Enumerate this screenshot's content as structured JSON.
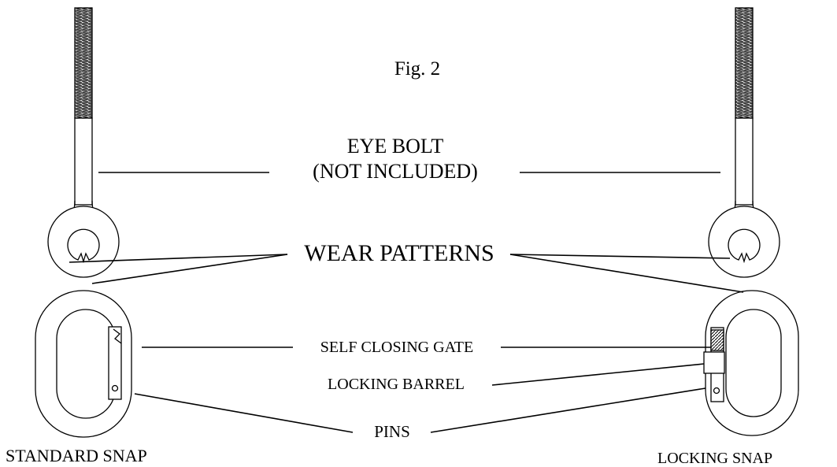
{
  "figure": {
    "caption": "Fig. 2",
    "labels": {
      "eye_bolt": "EYE BOLT",
      "not_included": "(NOT INCLUDED)",
      "wear_patterns": "WEAR PATTERNS",
      "self_closing_gate": "SELF CLOSING GATE",
      "locking_barrel": "LOCKING BARREL",
      "pins": "PINS",
      "standard_snap": "STANDARD SNAP",
      "locking_snap": "LOCKING SNAP"
    }
  }
}
